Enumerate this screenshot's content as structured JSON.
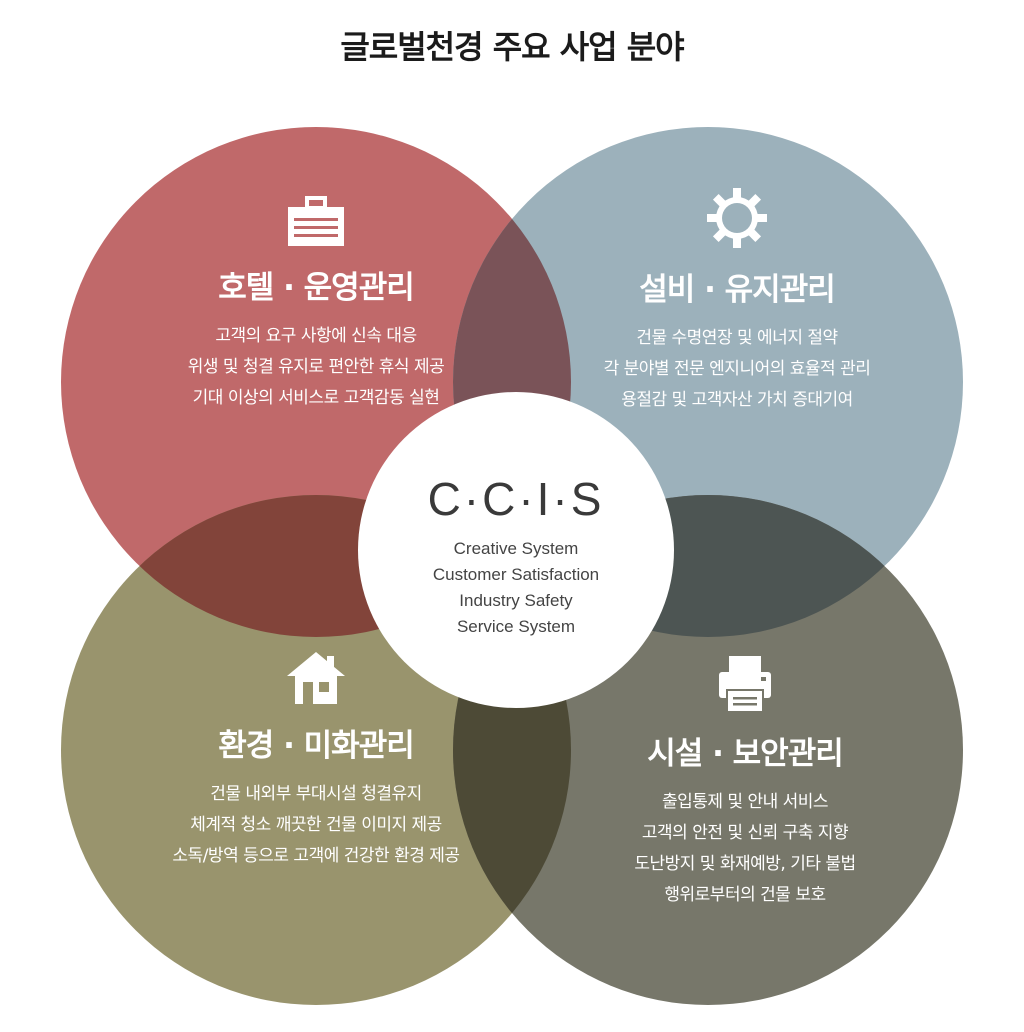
{
  "title": "글로벌천경 주요 사업 분야",
  "colors": {
    "hotel": "#c0696a",
    "facility": "#9cb1bb",
    "environment": "#99946d",
    "security": "#77776a",
    "center": "#ffffff"
  },
  "center": {
    "logo": "C·C·I·S",
    "lines": [
      "Creative System",
      "Customer Satisfaction",
      "Industry Safety",
      "Service System"
    ]
  },
  "sections": {
    "hotel": {
      "icon": "briefcase-icon",
      "heading": "호텔 · 운영관리",
      "lines": [
        "고객의 요구 사항에 신속 대응",
        "위생 및 청결 유지로 편안한 휴식 제공",
        "기대 이상의 서비스로 고객감동 실현"
      ]
    },
    "facility": {
      "icon": "gear-icon",
      "heading": "설비 · 유지관리",
      "lines": [
        "건물 수명연장 및 에너지 절약",
        "각 분야별 전문 엔지니어의 효율적 관리",
        "용절감 및 고객자산 가치 증대기여"
      ]
    },
    "environment": {
      "icon": "house-icon",
      "heading": "환경 · 미화관리",
      "lines": [
        "건물 내외부 부대시설 청결유지",
        "체계적 청소 깨끗한 건물 이미지 제공",
        "소독/방역 등으로 고객에 건강한 환경 제공"
      ]
    },
    "security": {
      "icon": "printer-icon",
      "heading": "시설 · 보안관리",
      "lines": [
        "출입통제 및 안내 서비스",
        "고객의 안전 및 신뢰 구축 지향",
        "도난방지 및 화재예방, 기타 불법",
        "행위로부터의 건물 보호"
      ]
    }
  }
}
